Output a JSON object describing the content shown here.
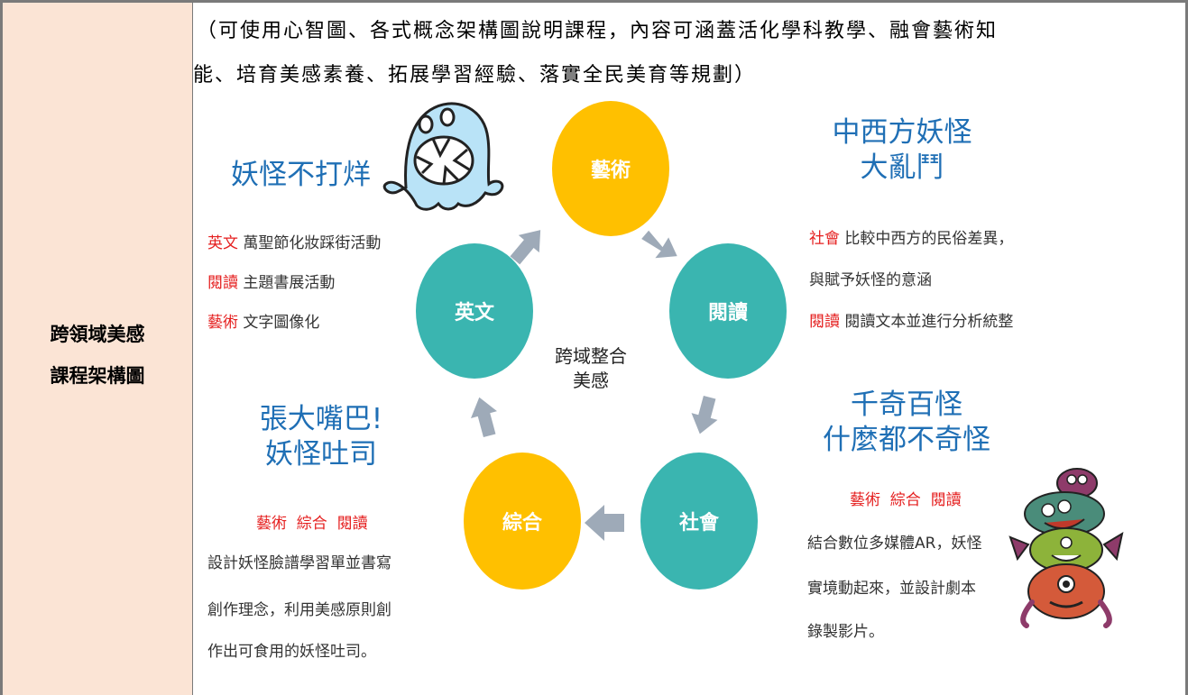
{
  "row_label": {
    "line1": "跨領域美感",
    "line2": "課程架構圖"
  },
  "intro": {
    "line1": "（可使用心智圖、各式概念架構圖說明課程，內容可涵蓋活化學科教學、融會藝術知",
    "line2": "能、培育美感素養、拓展學習經驗、落實全民美育等規劃）"
  },
  "cycle": {
    "center": {
      "line1": "跨域整合",
      "line2": "美感"
    },
    "nodes": {
      "art": "藝術",
      "reading": "閱讀",
      "social": "社會",
      "integrated": "綜合",
      "english": "英文"
    }
  },
  "blocks": {
    "top_left": {
      "title": "妖怪不打烊",
      "items": [
        {
          "tag": "英文",
          "text": "萬聖節化妝踩街活動"
        },
        {
          "tag": "閱讀",
          "text": "主題書展活動"
        },
        {
          "tag": "藝術",
          "text": "文字圖像化"
        }
      ]
    },
    "top_right": {
      "title1": "中西方妖怪",
      "title2": "大亂鬥",
      "line1_tag": "社會",
      "line1_text": "比較中西方的民俗差異，",
      "line2_text": "與賦予妖怪的意涵",
      "line3_tag": "閱讀",
      "line3_text": "閱讀文本並進行分析統整"
    },
    "bottom_left": {
      "title1": "張大嘴巴!",
      "title2": "妖怪吐司",
      "tags": "藝術  綜合  閱讀",
      "lines": [
        "設計妖怪臉譜學習單並書寫",
        "創作理念，利用美感原則創",
        "作出可食用的妖怪吐司。"
      ]
    },
    "bottom_right": {
      "title1": "千奇百怪",
      "title2": "什麼都不奇怪",
      "tags": "藝術  綜合  閱讀",
      "lines": [
        "結合數位多媒體AR，妖怪",
        "實境動起來，並設計劇本",
        "錄製影片。"
      ]
    }
  },
  "colors": {
    "yellow": "#ffc000",
    "teal": "#3ab5b0",
    "arrow": "#9eaab8",
    "title_blue": "#1f6fb5",
    "tag_red": "#e52020",
    "cell_bg": "#fbe4d5"
  }
}
